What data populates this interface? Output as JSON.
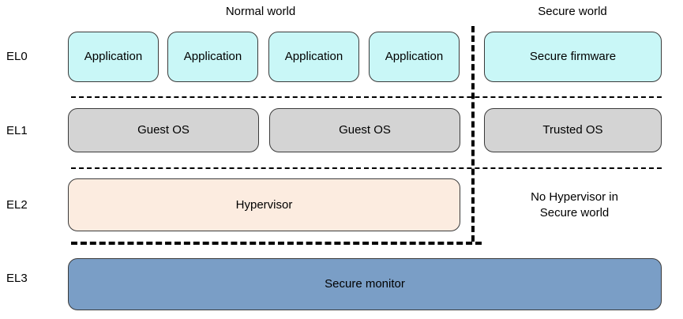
{
  "diagram": {
    "type": "architecture-layer-diagram",
    "title_present": false,
    "columns": {
      "normal_world_label": "Normal world",
      "secure_world_label": "Secure world"
    },
    "exception_levels": [
      {
        "id": "EL0",
        "label": "EL0"
      },
      {
        "id": "EL1",
        "label": "EL1"
      },
      {
        "id": "EL2",
        "label": "EL2"
      },
      {
        "id": "EL3",
        "label": "EL3"
      }
    ],
    "el0": {
      "normal_world_blocks": [
        {
          "label": "Application"
        },
        {
          "label": "Application"
        },
        {
          "label": "Application"
        },
        {
          "label": "Application"
        }
      ],
      "secure_world_blocks": [
        {
          "label": "Secure firmware"
        }
      ]
    },
    "el1": {
      "normal_world_blocks": [
        {
          "label": "Guest OS"
        },
        {
          "label": "Guest OS"
        }
      ],
      "secure_world_blocks": [
        {
          "label": "Trusted OS"
        }
      ]
    },
    "el2": {
      "normal_world_blocks": [
        {
          "label": "Hypervisor"
        }
      ],
      "secure_world_note_line_1": "No Hypervisor in",
      "secure_world_note_line_2": "Secure world"
    },
    "el3": {
      "spanning_blocks": [
        {
          "label": "Secure monitor"
        }
      ]
    },
    "colors": {
      "application_fill": "#c9f7f7",
      "secure_firmware_fill": "#c9f7f7",
      "os_fill": "#d4d4d4",
      "hypervisor_fill": "#fcece0",
      "secure_monitor_fill": "#7a9ec6",
      "box_stroke": "#3a3a3a",
      "separator": "#000000",
      "text": "#000000",
      "background": "#ffffff"
    }
  }
}
